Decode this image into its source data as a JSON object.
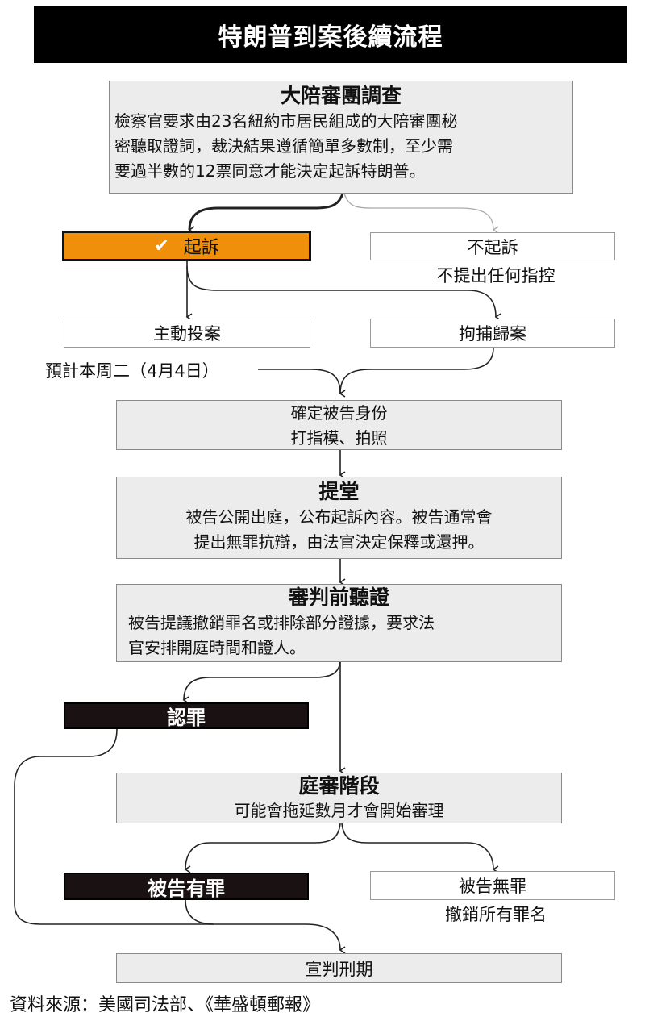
{
  "title": "特朗普到案後續流程",
  "grand_jury": {
    "heading": "大陪審團調查",
    "lines": [
      "檢察官要求由23名紐約市居民組成的大陪審團秘",
      "密聽取證詞，裁決結果遵循簡單多數制，至少需",
      "要過半數的12票同意才能決定起訴特朗普。"
    ]
  },
  "indict": {
    "label": "起訴",
    "icon": "check-icon",
    "color": "#f0900a"
  },
  "no_indict": {
    "label": "不起訴",
    "note": "不提出任何指控"
  },
  "surrender": {
    "label": "主動投案",
    "note": "預計本周二（4月4日）"
  },
  "arrest": {
    "label": "拘捕歸案"
  },
  "identify": {
    "lines": [
      "確定被告身份",
      "打指模、拍照"
    ]
  },
  "arraignment": {
    "heading": "提堂",
    "lines": [
      "被告公開出庭，公布起訴內容。被告通常會",
      "提出無罪抗辯，由法官決定保釋或還押。"
    ]
  },
  "pretrial": {
    "heading": "審判前聽證",
    "lines": [
      "被告提議撤銷罪名或排除部分證據，要求法",
      "官安排開庭時間和證人。"
    ]
  },
  "plea": {
    "label": "認罪"
  },
  "trial": {
    "heading": "庭審階段",
    "line": "可能會拖延數月才會開始審理"
  },
  "guilty": {
    "label": "被告有罪"
  },
  "not_guilty": {
    "label": "被告無罪",
    "note": "撤銷所有罪名"
  },
  "sentencing": {
    "label": "宣判刑期"
  },
  "source": "資料來源：美國司法部、《華盛頓郵報》"
}
